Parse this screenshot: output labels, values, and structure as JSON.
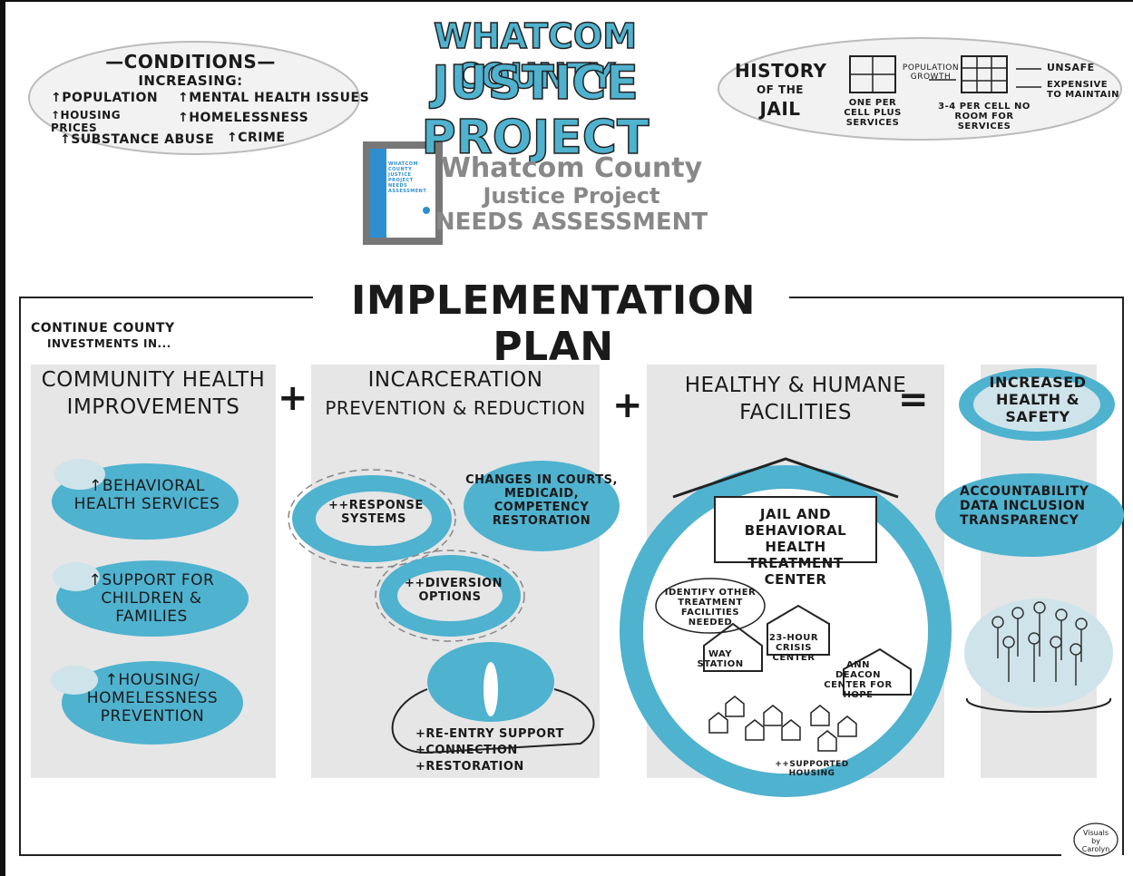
{
  "header": {
    "title_line1": "WHATCOM COUNTY",
    "title_line2": "JUSTICE PROJECT"
  },
  "conditions": {
    "heading": "—CONDITIONS—",
    "subheading": "INCREASING:",
    "items": [
      "↑POPULATION",
      "↑MENTAL HEALTH ISSUES",
      "↑HOUSING PRICES",
      "↑HOMELESSNESS",
      "↑SUBSTANCE ABUSE",
      "↑CRIME"
    ]
  },
  "history": {
    "title_line1": "HISTORY",
    "title_line2": "OF THE",
    "title_line3": "JAIL",
    "growth_label": "Population growth",
    "left_caption": "ONE PER CELL PLUS SERVICES",
    "right_caption": "3-4 PER CELL NO ROOM for SERVICES",
    "outcomes": [
      "UNSAFE",
      "EXPENSIVE to MAINTAIN"
    ]
  },
  "report": {
    "cover_text": "WHATCOM COUNTY JUSTICE PROJECT NEEDS ASSESSMENT",
    "label_line1": "Whatcom County",
    "label_line2": "Justice Project",
    "label_line3": "NEEDS ASSESSMENT"
  },
  "plan": {
    "title": "IMPLEMENTATION PLAN",
    "intro_line1": "Continue County",
    "intro_line2": "investments in..."
  },
  "columns": {
    "community": {
      "heading_line1": "COMMUNITY HEALTH",
      "heading_line2": "IMPROVEMENTS",
      "items": [
        "↑BEHAVIORAL HEALTH SERVICES",
        "↑SUPPORT for CHILDREN & FAMILIES",
        "↑HOUSING/ HOMELESSNESS PREVENTION"
      ]
    },
    "incarceration": {
      "heading_line1": "INCARCERATION",
      "heading_line2": "PREVENTION & REDUCTION",
      "response": "++RESPONSE SYSTEMS",
      "changes": "CHANGES IN COURTS, MEDICAID, COMPETENCY RESTORATION",
      "diversion": "++DIVERSION OPTIONS",
      "reentry": [
        "+RE-ENTRY SUPPORT",
        "+CONNECTION",
        "+RESTORATION"
      ]
    },
    "facilities": {
      "heading_line1": "HEALTHY & HUMANE",
      "heading_line2": "FACILITIES",
      "jail": "JAIL and BEHAVIORAL HEALTH TREATMENT CENTER",
      "identify": "IDENTIFY OTHER TREATMENT FACILITIES NEEDED",
      "crisis": "23-HOUR CRISIS CENTER",
      "way_station": "WAY STATION",
      "ann_deacon": "ANN DEACON Center for HOPE",
      "supported": "++SUPPORTED HOUSING"
    },
    "outcome": {
      "result": "INCREASED HEALTH & SAFETY",
      "list": "ACCOUNTABILITY DATA INCLUSION TRANSPARENCY"
    }
  },
  "operators": {
    "plus": "+",
    "equals": "="
  },
  "signature": "Visuals by Carolyn",
  "colors": {
    "accent": "#4fb2cf",
    "panel": "#e6e6e6",
    "ink": "#1a1a1a"
  }
}
